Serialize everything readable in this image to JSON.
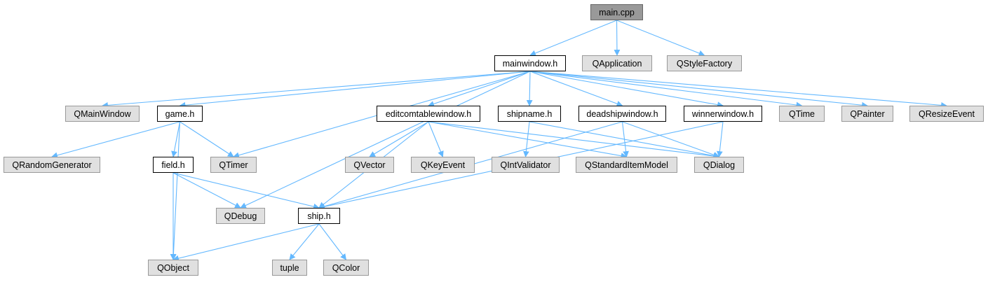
{
  "colors": {
    "edge": "#63b8ff",
    "external_fill": "#e0e0e0",
    "local_fill": "#ffffff",
    "root_fill": "#999999"
  },
  "nodes": {
    "main_cpp": "main.cpp",
    "mainwindow_h": "mainwindow.h",
    "qapplication": "QApplication",
    "qstylefactory": "QStyleFactory",
    "qmainwindow": "QMainWindow",
    "game_h": "game.h",
    "editcomtablewindow_h": "editcomtablewindow.h",
    "shipname_h": "shipname.h",
    "deadshipwindow_h": "deadshipwindow.h",
    "winnerwindow_h": "winnerwindow.h",
    "qtime": "QTime",
    "qpainter": "QPainter",
    "qresizeevent": "QResizeEvent",
    "qrandomgenerator": "QRandomGenerator",
    "field_h": "field.h",
    "qtimer": "QTimer",
    "qvector": "QVector",
    "qkeyevent": "QKeyEvent",
    "qintvalidator": "QIntValidator",
    "qstandarditemmodel": "QStandardItemModel",
    "qdialog": "QDialog",
    "qdebug": "QDebug",
    "ship_h": "ship.h",
    "qobject": "QObject",
    "tuple": "tuple",
    "qcolor": "QColor"
  },
  "edges": [
    [
      "main_cpp",
      "mainwindow_h"
    ],
    [
      "main_cpp",
      "qapplication"
    ],
    [
      "main_cpp",
      "qstylefactory"
    ],
    [
      "mainwindow_h",
      "qmainwindow"
    ],
    [
      "mainwindow_h",
      "game_h"
    ],
    [
      "mainwindow_h",
      "qtimer"
    ],
    [
      "mainwindow_h",
      "qdebug"
    ],
    [
      "mainwindow_h",
      "editcomtablewindow_h"
    ],
    [
      "mainwindow_h",
      "shipname_h"
    ],
    [
      "mainwindow_h",
      "deadshipwindow_h"
    ],
    [
      "mainwindow_h",
      "winnerwindow_h"
    ],
    [
      "mainwindow_h",
      "qtime"
    ],
    [
      "mainwindow_h",
      "qpainter"
    ],
    [
      "mainwindow_h",
      "qresizeevent"
    ],
    [
      "game_h",
      "qrandomgenerator"
    ],
    [
      "game_h",
      "field_h"
    ],
    [
      "game_h",
      "qtimer"
    ],
    [
      "game_h",
      "qobject"
    ],
    [
      "field_h",
      "qdebug"
    ],
    [
      "field_h",
      "ship_h"
    ],
    [
      "field_h",
      "qobject"
    ],
    [
      "editcomtablewindow_h",
      "ship_h"
    ],
    [
      "editcomtablewindow_h",
      "qvector"
    ],
    [
      "editcomtablewindow_h",
      "qkeyevent"
    ],
    [
      "editcomtablewindow_h",
      "qstandarditemmodel"
    ],
    [
      "editcomtablewindow_h",
      "qdialog"
    ],
    [
      "shipname_h",
      "qintvalidator"
    ],
    [
      "shipname_h",
      "qdialog"
    ],
    [
      "deadshipwindow_h",
      "qstandarditemmodel"
    ],
    [
      "deadshipwindow_h",
      "qdialog"
    ],
    [
      "deadshipwindow_h",
      "ship_h"
    ],
    [
      "winnerwindow_h",
      "qdialog"
    ],
    [
      "winnerwindow_h",
      "ship_h"
    ],
    [
      "ship_h",
      "qobject"
    ],
    [
      "ship_h",
      "tuple"
    ],
    [
      "ship_h",
      "qcolor"
    ]
  ]
}
